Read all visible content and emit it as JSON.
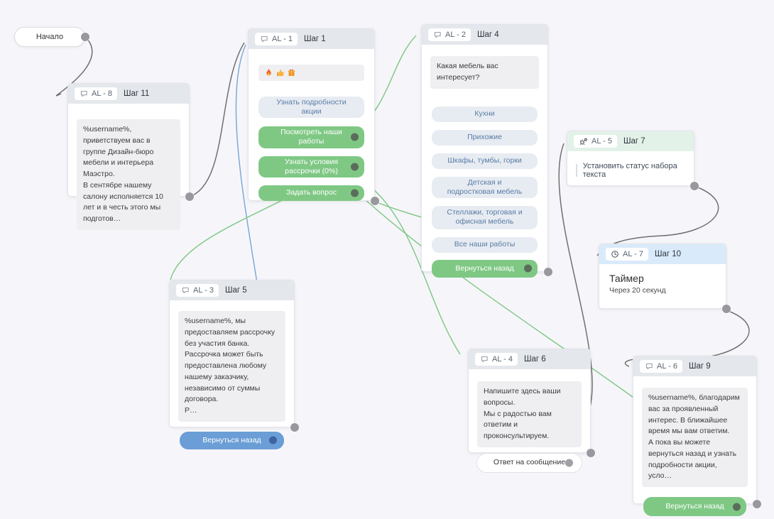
{
  "colors": {
    "edge_gray": "#707070",
    "edge_green": "#84c989",
    "edge_blue": "#7ea9d8",
    "green_button": "#7fc884",
    "blue_button": "#6b9ed6",
    "header_gray": "#e4e7eb",
    "header_green": "#e3f2e8",
    "header_blue": "#d9eafb"
  },
  "nodes": {
    "start": {
      "label": "Начало"
    },
    "al8": {
      "badge": "AL - 8",
      "step": "Шаг 11",
      "icon": "chat-bubble",
      "message": "%username%, приветствуем вас в группе Дизайн-бюро мебели и интерьера Маэстро.\nВ сентябре нашему салону исполняется 10 лет и в честь этого мы подготов…"
    },
    "al1": {
      "badge": "AL - 1",
      "step": "Шаг 1",
      "icon": "chat-bubble",
      "emoji_icons": [
        "fire",
        "thumbs-up",
        "gift"
      ],
      "buttons": {
        "details": "Узнать подробности акции",
        "works": "Посмотреть наши работы",
        "installment": "Узнать условия рассрочки (0%)",
        "question": "Задать вопрос"
      }
    },
    "al2": {
      "badge": "AL - 2",
      "step": "Шаг 4",
      "icon": "chat-bubble",
      "message": "Какая мебель вас интересует?",
      "buttons": {
        "kitchens": "Кухни",
        "hallways": "Прихожие",
        "cabinets": "Шкафы, тумбы, горки",
        "kids": "Детская и подростковая мебель",
        "shelving": "Стеллажи, торговая и офисная мебель",
        "all_works": "Все наши работы",
        "back": "Вернуться назад"
      }
    },
    "al3": {
      "badge": "AL - 3",
      "step": "Шаг 5",
      "icon": "chat-bubble",
      "message": "%username%, мы предоставляем рассрочку без участия банка. Рассрочка может быть предоставлена любому нашему заказчику, независимо от суммы договора.\nР…",
      "buttons": {
        "back": "Вернуться назад"
      }
    },
    "al4": {
      "badge": "AL - 4",
      "step": "Шаг 6",
      "icon": "chat-bubble",
      "message": "Напишите здесь ваши вопросы.\nМы с радостью вам ответим и проконсультируем.",
      "buttons": {
        "reply": "Ответ на сообщение"
      }
    },
    "al5": {
      "badge": "AL - 5",
      "step": "Шаг 7",
      "icon": "cogs",
      "action": "Установить статус набора текста"
    },
    "al7": {
      "badge": "AL - 7",
      "step": "Шаг 10",
      "icon": "timer",
      "title": "Таймер",
      "subtitle": "Через 20 секунд"
    },
    "al6": {
      "badge": "AL - 6",
      "step": "Шаг 9",
      "icon": "chat-bubble",
      "message": "%username%, благодарим вас за проявленный интерес. В ближайшее время мы вам ответим.\nА пока вы можете вернуться назад и узнать подробности акции, усло…",
      "buttons": {
        "back": "Вернуться назад"
      }
    }
  },
  "edges": [
    {
      "from": "start",
      "to": "al8"
    },
    {
      "from": "al8",
      "to": "al1"
    },
    {
      "from": "al1.works",
      "to": "al2"
    },
    {
      "from": "al1.installment",
      "to": "al3"
    },
    {
      "from": "al1.question",
      "to": "al4"
    },
    {
      "from": "al2.back",
      "to": "al1"
    },
    {
      "from": "al3.back",
      "to": "al1"
    },
    {
      "from": "al6.back",
      "to": "al1"
    },
    {
      "from": "al4.reply",
      "to": "al5"
    },
    {
      "from": "al5",
      "to": "al7"
    },
    {
      "from": "al7",
      "to": "al6"
    }
  ]
}
